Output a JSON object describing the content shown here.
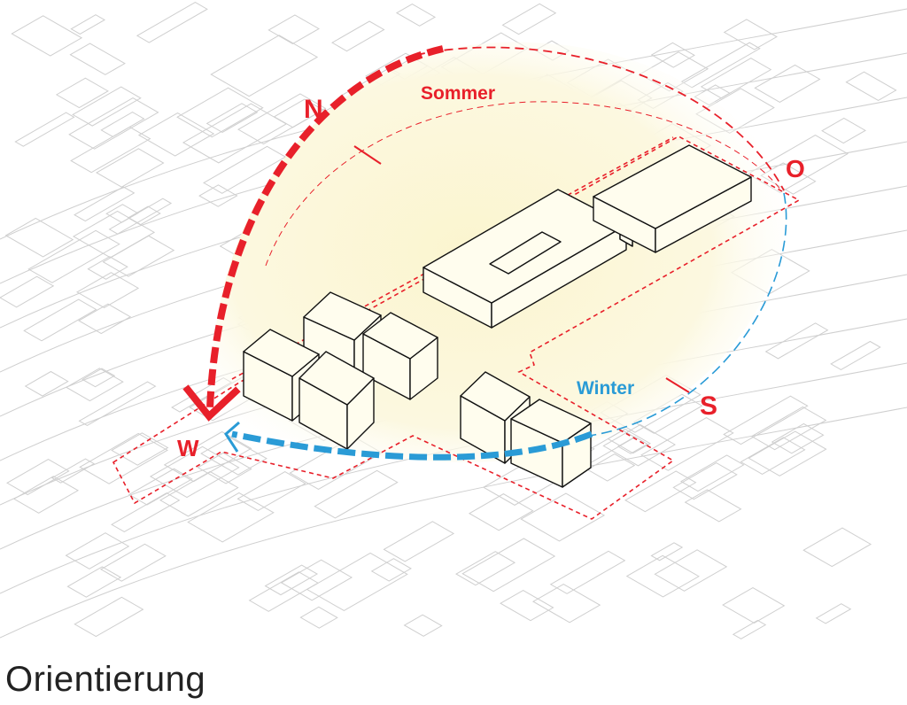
{
  "title": "Orientierung",
  "labels": {
    "north": "N",
    "east": "O",
    "south": "S",
    "west": "W",
    "summer": "Sommer",
    "winter": "Winter"
  },
  "colors": {
    "summer": "#e8202a",
    "winter": "#2a9bd6",
    "map_lines": "#c8c8c8",
    "sun_area": "#fbf6d6",
    "building_fill": "#fffdee"
  }
}
